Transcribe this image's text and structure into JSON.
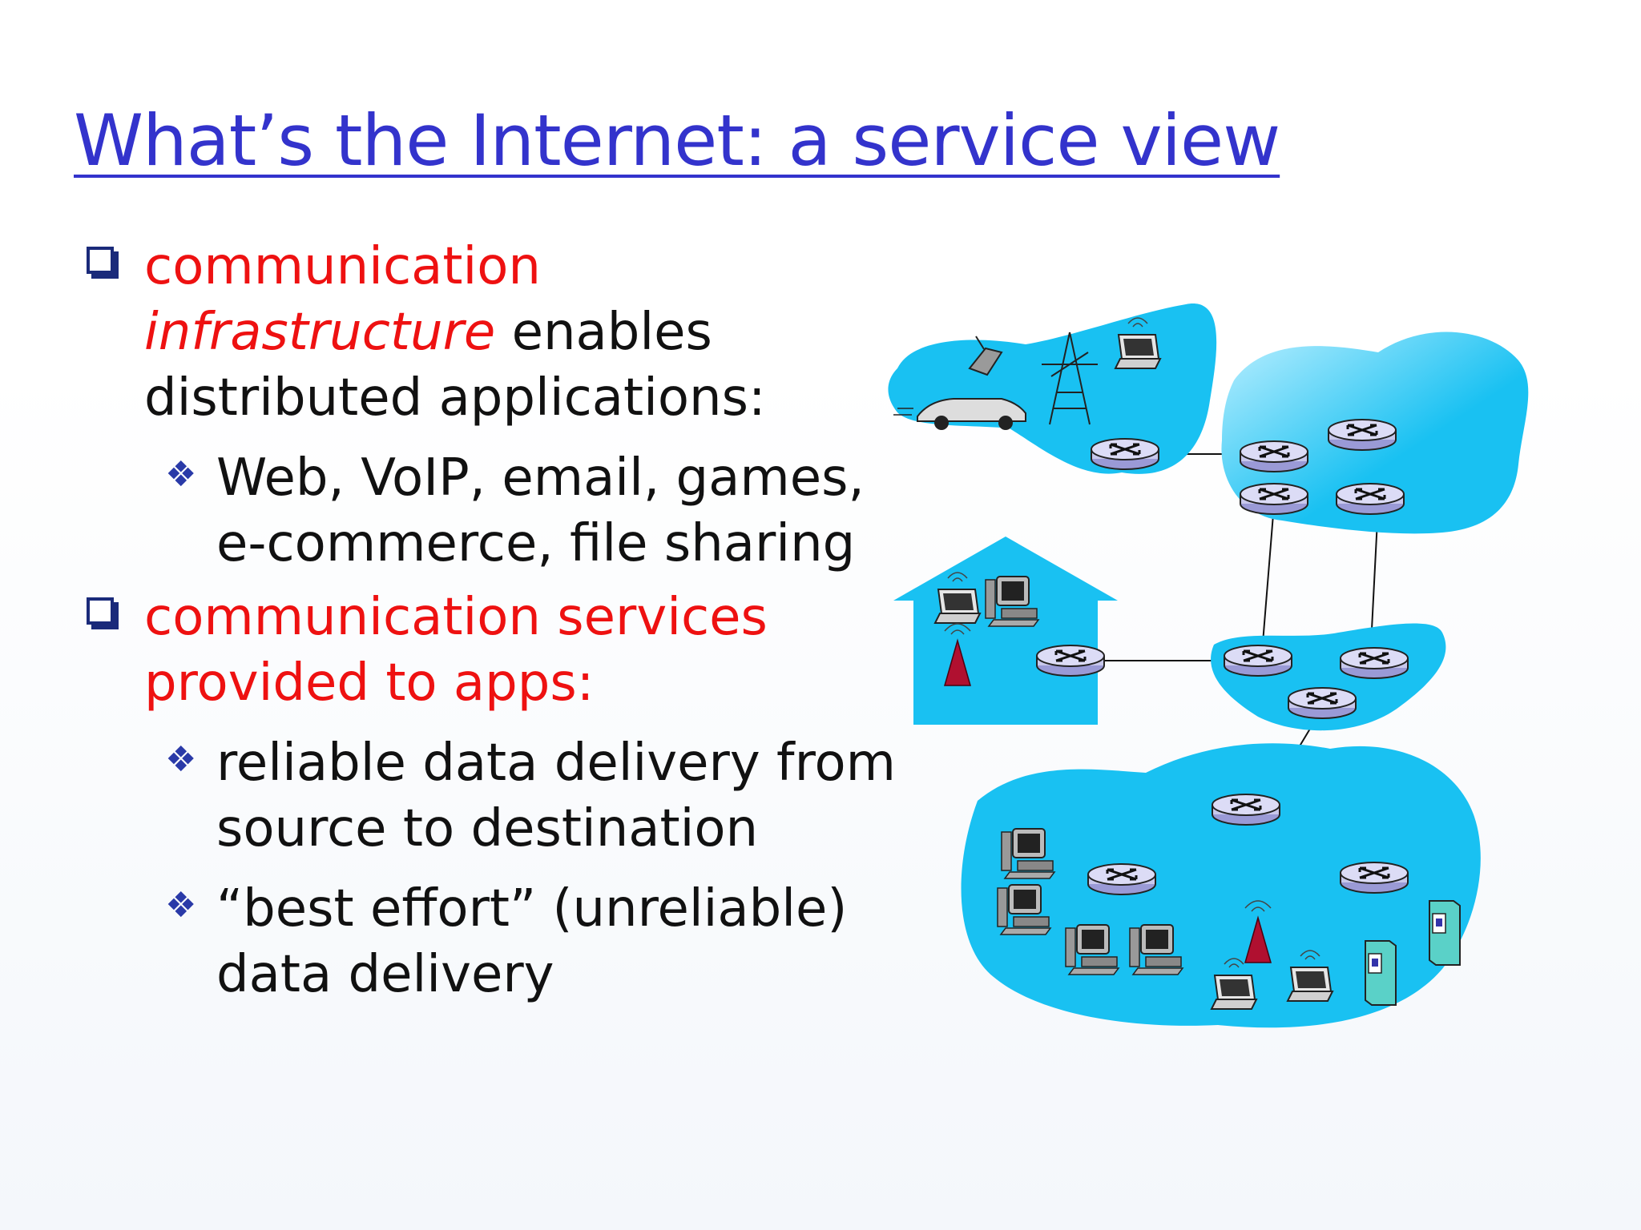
{
  "title": "What’s the Internet: a service view",
  "bullets": [
    {
      "parts": [
        "communication",
        "infrastructure",
        " enables distributed applications:"
      ],
      "subs": [
        "Web, VoIP, email, games, e-commerce, file sharing"
      ]
    },
    {
      "parts": [
        "communication services provided to apps:"
      ],
      "subs": [
        "reliable data delivery from source to destination",
        "“best effort” (unreliable) data delivery"
      ]
    }
  ],
  "colors": {
    "title": "#3333cc",
    "highlight": "#ee1111",
    "network_fill": "#19c1f2",
    "router_fill": "#c8c8ec",
    "bullet_marker": "#1a2a7a"
  },
  "diagram_icons": [
    "router-icon",
    "laptop-icon",
    "desktop-computer-icon",
    "server-icon",
    "cell-phone-icon",
    "car-icon",
    "radio-tower-icon",
    "wireless-base-station-icon"
  ]
}
